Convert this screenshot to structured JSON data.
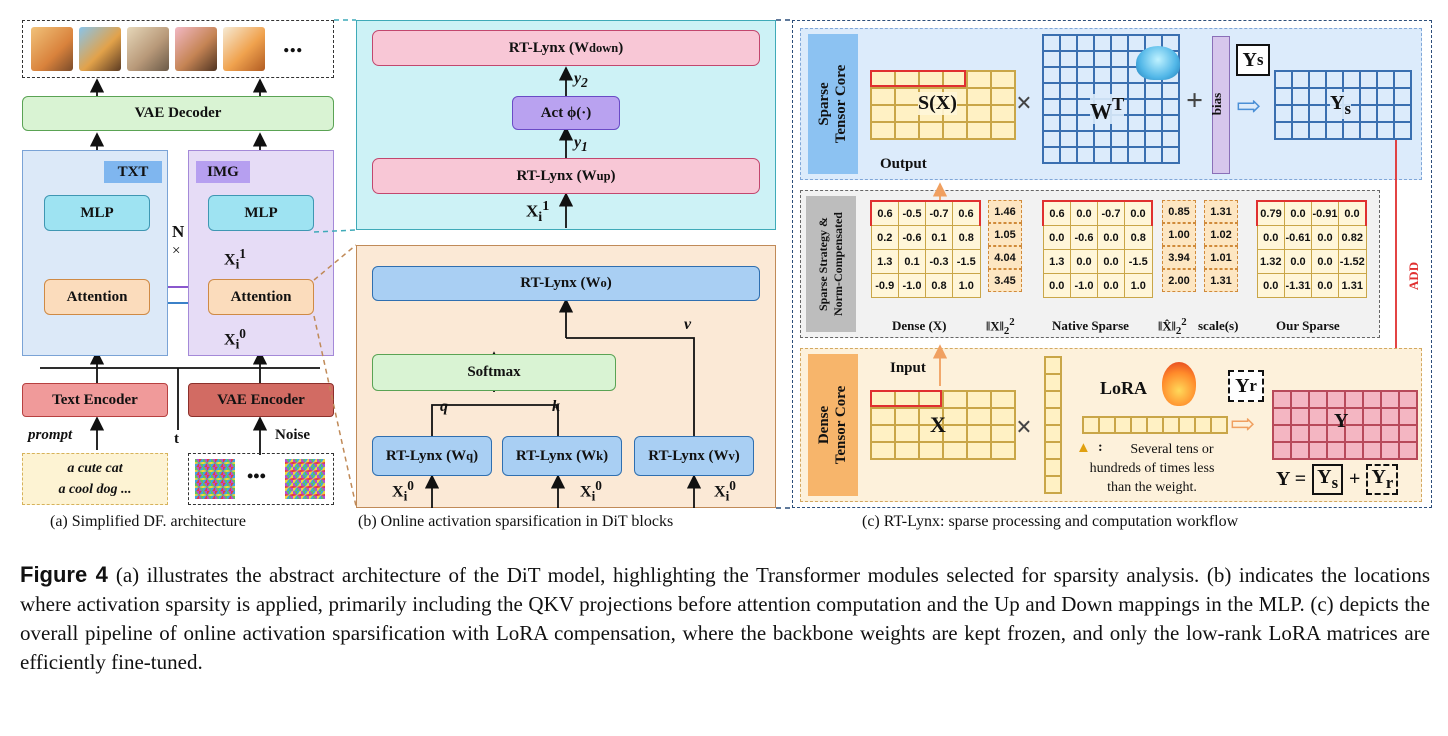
{
  "panel_a": {
    "vae_decoder": "VAE Decoder",
    "txt_tag": "TXT",
    "img_tag": "IMG",
    "mlp_left": "MLP",
    "mlp_right": "MLP",
    "attn_left": "Attention",
    "attn_right": "Attention",
    "n_label": "N",
    "times": "×",
    "text_encoder": "Text Encoder",
    "vae_encoder": "VAE Encoder",
    "prompt_label": "prompt",
    "t_label": "t",
    "noise_label": "Noise",
    "prompt_line1": "a cute cat",
    "prompt_line2": "a cool dog ...",
    "ellipsis": "...",
    "ellipsis2": "•••",
    "x1": "X",
    "x1_sub": "i",
    "x1_sup": "1",
    "x0": "X",
    "x0_sub": "i",
    "x0_sup": "0",
    "caption": "(a) Simplified DF. architecture"
  },
  "panel_b": {
    "wdown": "RT-Lynx (W",
    "wdown_sub": "down",
    "act": "Act ϕ(·)",
    "wup": "RT-Lynx (W",
    "wup_sub": "up",
    "y2": "y",
    "y2_sub": "2",
    "y1": "y",
    "y1_sub": "1",
    "x1": "X",
    "x1_sub": "i",
    "x1_sup": "1",
    "wo": "RT-Lynx (W",
    "wo_sub": "o",
    "softmax": "Softmax",
    "q": "q",
    "k": "k",
    "v": "v",
    "wq": "RT-Lynx (W",
    "wq_sub": "q",
    "wk": "RT-Lynx (W",
    "wk_sub": "k",
    "wv": "RT-Lynx (W",
    "wv_sub": "v",
    "x0": "X",
    "x0_sub": "i",
    "x0_sup": "0",
    "close": ")",
    "caption": "(b) Online activation sparsification in DiT blocks"
  },
  "panel_c": {
    "sparse_core_1": "Sparse",
    "sparse_core_2": "Tensor Core",
    "sx": "S(X)",
    "times": "×",
    "wt": "W",
    "wt_sup": "T",
    "plus": "+",
    "bias": "bias",
    "ys": "Y",
    "ys_sub": "s",
    "output": "Output",
    "strategy_1": "Sparse Strategy &",
    "strategy_2": "Norm-Compensated",
    "dense_label": "Dense (X)",
    "native_label": "Native Sparse",
    "scale_label": "scale(s)",
    "our_label": "Our Sparse",
    "norm_x": "‖X‖",
    "norm_xhat": "‖X̂‖",
    "norm_sup": "2",
    "norm_sub": "2",
    "dense": [
      [
        "0.6",
        "-0.5",
        "-0.7",
        "0.6"
      ],
      [
        "0.2",
        "-0.6",
        "0.1",
        "0.8"
      ],
      [
        "1.3",
        "0.1",
        "-0.3",
        "-1.5"
      ],
      [
        "-0.9",
        "-1.0",
        "0.8",
        "1.0"
      ]
    ],
    "dense_norms": [
      "1.46",
      "1.05",
      "4.04",
      "3.45"
    ],
    "native": [
      [
        "0.6",
        "0.0",
        "-0.7",
        "0.0"
      ],
      [
        "0.0",
        "-0.6",
        "0.0",
        "0.8"
      ],
      [
        "1.3",
        "0.0",
        "0.0",
        "-1.5"
      ],
      [
        "0.0",
        "-1.0",
        "0.0",
        "1.0"
      ]
    ],
    "native_norms": [
      "0.85",
      "1.00",
      "3.94",
      "2.00"
    ],
    "scales": [
      "1.31",
      "1.02",
      "1.01",
      "1.31"
    ],
    "ours": [
      [
        "0.79",
        "0.0",
        "-0.91",
        "0.0"
      ],
      [
        "0.0",
        "-0.61",
        "0.0",
        "0.82"
      ],
      [
        "1.32",
        "0.0",
        "0.0",
        "-1.52"
      ],
      [
        "0.0",
        "-1.31",
        "0.0",
        "1.31"
      ]
    ],
    "add": "ADD",
    "dense_core_1": "Dense",
    "dense_core_2": "Tensor Core",
    "input": "Input",
    "x": "X",
    "lora": "LoRA",
    "yr": "Y",
    "yr_sub": "r",
    "y": "Y",
    "note_1": "Several tens or",
    "note_2": "hundreds of times less",
    "note_3": "than the weight.",
    "note_colon": ":",
    "eq_y": "Y =",
    "eq_plus": "+",
    "caption": "(c) RT-Lynx: sparse processing and computation workflow"
  },
  "figure_caption": {
    "label": "Figure 4",
    "text": "(a) illustrates the abstract architecture of the DiT model, highlighting the Transformer modules selected for sparsity analysis. (b) indicates the locations where activation sparsity is applied, primarily including the QKV projections before attention computation and the Up and Down mappings in the MLP. (c) depicts the overall pipeline of online activation sparsification with LoRA compensation, where the backbone weights are kept frozen, and only the low-rank LoRA matrices are efficiently fine-tuned."
  }
}
